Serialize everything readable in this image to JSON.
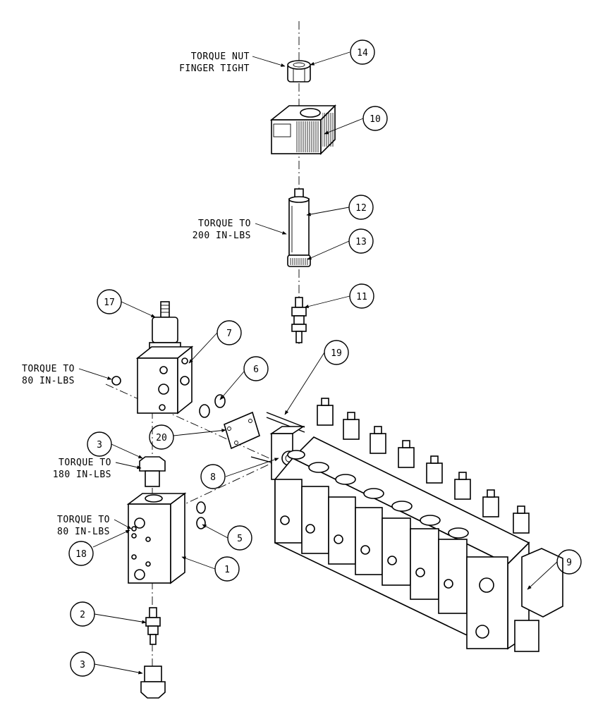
{
  "notes": {
    "finger_tight_1": "TORQUE NUT",
    "finger_tight_2": "FINGER TIGHT",
    "t200_1": "TORQUE TO",
    "t200_2": "200 IN-LBS",
    "t80a_1": "TORQUE TO",
    "t80a_2": "80 IN-LBS",
    "t180_1": "TORQUE TO",
    "t180_2": "180 IN-LBS",
    "t80b_1": "TORQUE TO",
    "t80b_2": "80 IN-LBS"
  },
  "callouts": {
    "c14": "14",
    "c10": "10",
    "c12": "12",
    "c13": "13",
    "c11": "11",
    "c17": "17",
    "c7": "7",
    "c19": "19",
    "c6": "6",
    "c20": "20",
    "c3a": "3",
    "c8": "8",
    "c18": "18",
    "c5": "5",
    "c1": "1",
    "c9": "9",
    "c2": "2",
    "c3b": "3"
  }
}
